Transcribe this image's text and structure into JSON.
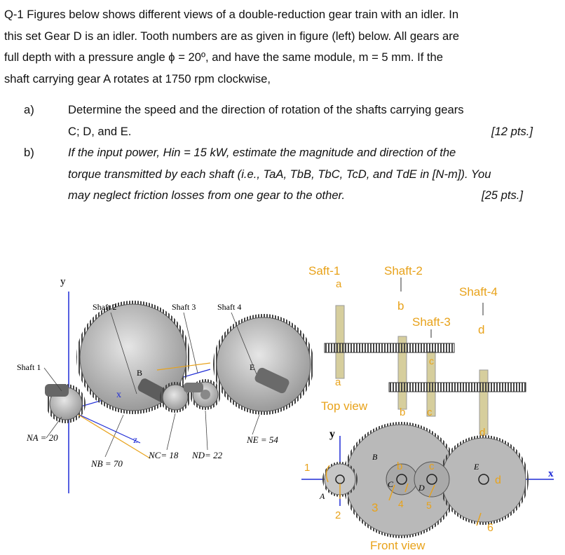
{
  "question": {
    "l1": "Q-1 Figures below shows different views of a double-reduction gear train with an idler. In",
    "l2": "this set Gear D is an idler. Tooth numbers are as given in figure (left) below. All gears are",
    "l3": "full depth with a pressure angle ϕ = 20º, and have the same module, m = 5 mm. If the",
    "l4": "shaft carrying gear A rotates at 1750 rpm clockwise,",
    "a_label": "a)",
    "a_l1": "Determine the speed and the direction of rotation of the shafts carrying gears",
    "a_l2": "C; D, and E.",
    "a_pts": "[12 pts.]",
    "b_label": "b)",
    "b_l1": "If the input power, Hin = 15 kW, estimate the magnitude and direction of the",
    "b_l2": "torque transmitted by each shaft (i.e., TaA, TbB, TbC, TcD, and TdE in [N-m]). You",
    "b_l3": "may neglect friction losses from one gear to the other.",
    "b_pts": "[25 pts.]"
  },
  "left_figure": {
    "shaft1": "Shaft 1",
    "shaft2": "Shaft 2",
    "shaft3": "Shaft 3",
    "shaft4": "Shaft 4",
    "y": "y",
    "x": "x",
    "z": "z",
    "B": "B",
    "E": "E",
    "NA": "NA = 20",
    "NB": "NB = 70",
    "NC": "NC= 18",
    "ND": "ND= 22",
    "NE": "NE = 54"
  },
  "right_figure": {
    "saft1": "Saft-1",
    "a_top": "a",
    "shaft2": "Shaft-2",
    "b_top": "b",
    "shaft3": "Shaft-3",
    "shaft4": "Shaft-4",
    "d_top": "d",
    "a_mid": "a",
    "top_view": "Top view",
    "b_mid": "b",
    "c_mid": "c",
    "d_mid": "d",
    "y": "y",
    "x": "x",
    "B": "B",
    "A": "A",
    "C": "C",
    "D": "D",
    "E": "E",
    "b_front": "b",
    "c_front": "c",
    "d_front": "d",
    "n1": "1",
    "n2": "2",
    "n3": "3",
    "n4": "4",
    "n5": "5",
    "n6": "6",
    "front_view": "Front view"
  },
  "colors": {
    "orange": "#e8a21a",
    "axis_blue": "#1e2bd6",
    "gear_gray": "#b9b9b9"
  }
}
